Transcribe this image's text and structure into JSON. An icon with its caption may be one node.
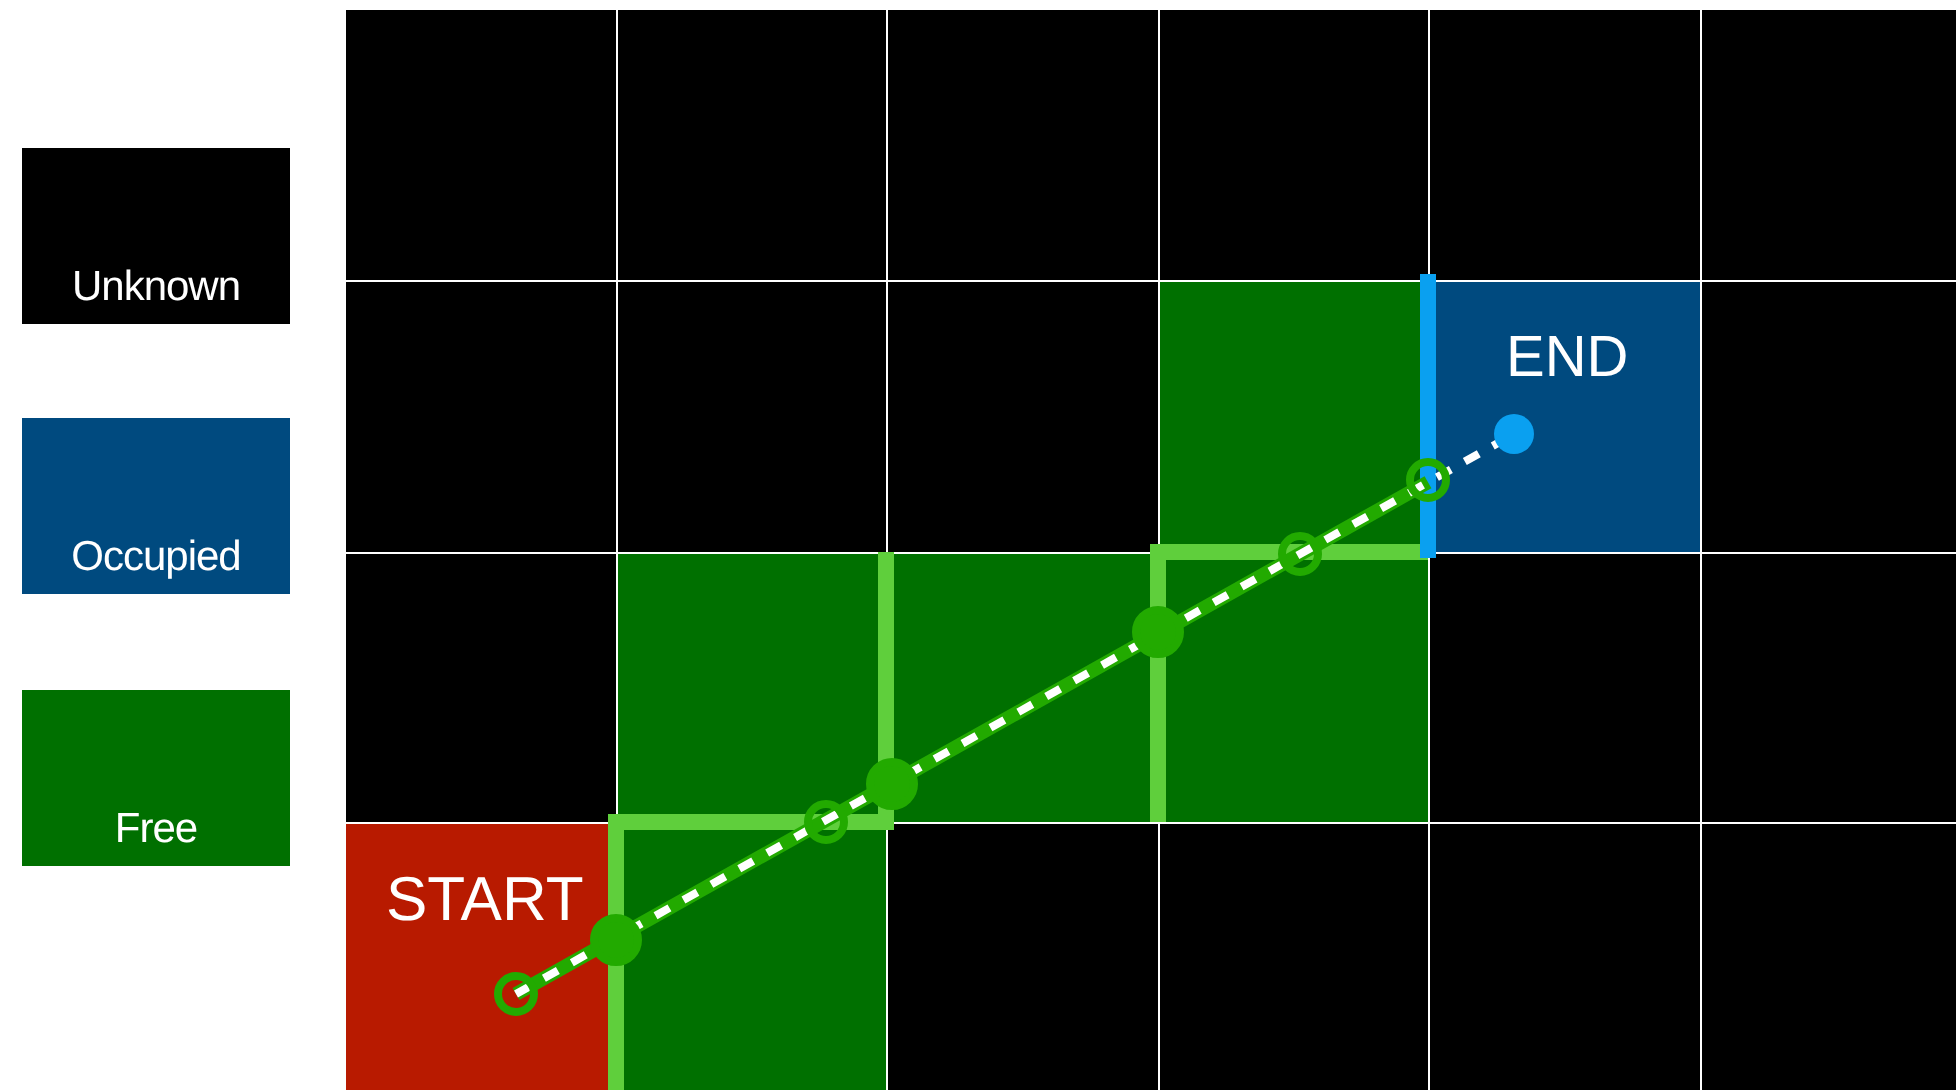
{
  "diagram": {
    "nodes": [
      {
        "text": [
          "START"
        ]
      },
      {
        "text": [
          "END"
        ]
      }
    ],
    "edges": [
      {
        "from": 0,
        "to": 1,
        "arrow": "other",
        "style": "dashed"
      }
    ],
    "legend": [
      {
        "text": "Unknown",
        "color": "#000000"
      },
      {
        "text": "Occupied",
        "color": "#004a7f"
      },
      {
        "text": "Free",
        "color": "#007000"
      }
    ]
  }
}
